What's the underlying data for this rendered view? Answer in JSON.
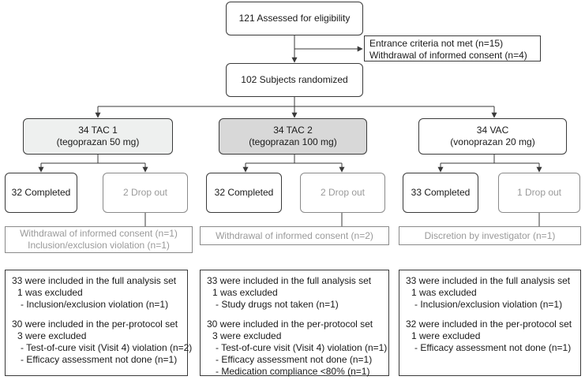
{
  "assessed": "121 Assessed for eligibility",
  "excluded": {
    "line1": "Entrance criteria not met (n=15)",
    "line2": "Withdrawal of informed consent (n=4)"
  },
  "randomized": "102 Subjects randomized",
  "arms": [
    {
      "name": "34 TAC 1",
      "dose": "(tegoprazan 50 mg)",
      "fill": "#eef0ef",
      "completed": "32 Completed",
      "dropout": "2 Drop out",
      "dropout_reasons": [
        "Withdrawal of informed consent (n=1)",
        "Inclusion/exclusion violation (n=1)"
      ],
      "analysis": {
        "fas": "33 were included in the full analysis set",
        "fas_excluded": "1 was excluded",
        "fas_reasons": [
          "- Inclusion/exclusion violation (n=1)"
        ],
        "pps": "30 were included in the per-protocol set",
        "pps_excluded": "3 were excluded",
        "pps_reasons": [
          "- Test-of-cure visit (Visit 4) violation (n=2)",
          "- Efficacy assessment not done (n=1)"
        ]
      }
    },
    {
      "name": "34 TAC 2",
      "dose": "(tegoprazan 100 mg)",
      "fill": "#d8d8d8",
      "completed": "32 Completed",
      "dropout": "2 Drop out",
      "dropout_reasons": [
        "Withdrawal of informed consent (n=2)"
      ],
      "analysis": {
        "fas": "33 were included in the full analysis set",
        "fas_excluded": "1 was excluded",
        "fas_reasons": [
          "- Study drugs not taken (n=1)"
        ],
        "pps": "30 were included in the per-protocol set",
        "pps_excluded": "3 were excluded",
        "pps_reasons": [
          "- Test-of-cure visit (Visit 4) violation (n=1)",
          "- Efficacy assessment not done (n=1)",
          "- Medication compliance <80% (n=1)"
        ]
      }
    },
    {
      "name": "34 VAC",
      "dose": "(vonoprazan 20 mg)",
      "fill": "#ffffff",
      "completed": "33 Completed",
      "dropout": "1 Drop out",
      "dropout_reasons": [
        "Discretion by investigator (n=1)"
      ],
      "analysis": {
        "fas": "33 were included in the full analysis set",
        "fas_excluded": "1 was excluded",
        "fas_reasons": [
          "- Inclusion/exclusion violation (n=1)"
        ],
        "pps": "32 were included in the per-protocol set",
        "pps_excluded": "1 were excluded",
        "pps_reasons": [
          "- Efficacy assessment not done (n=1)"
        ]
      }
    }
  ],
  "colors": {
    "line": "#3a3a3a",
    "muted_text": "#9a9a9a"
  }
}
